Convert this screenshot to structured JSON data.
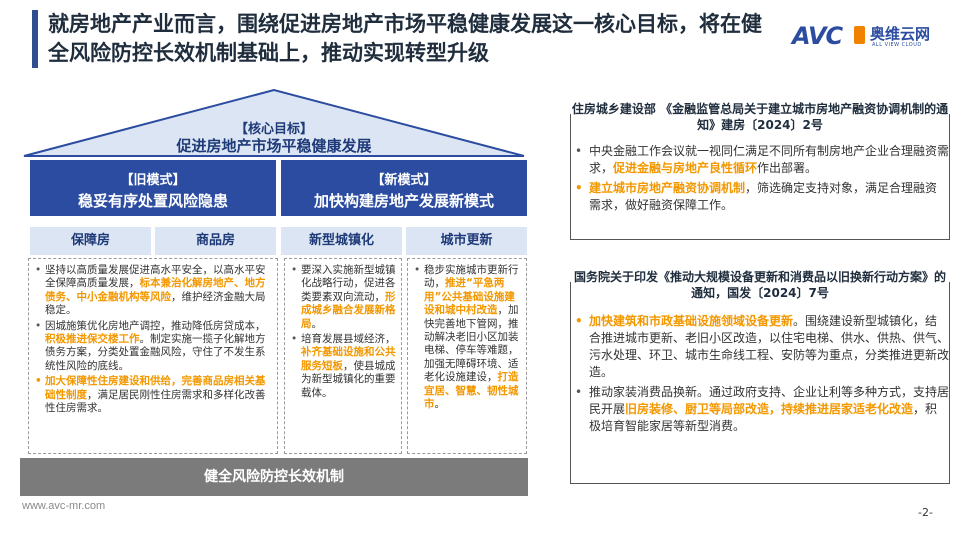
{
  "header": {
    "title": "就房地产产业而言，围绕促进房地产市场平稳健康发展这一核心目标，将在健全风险防控长效机制基础上，推动实现转型升级",
    "logo_mark": "AVC",
    "logo_cn": "奥维云网",
    "logo_en": "ALL VIEW CLOUD",
    "accent_color": "#2e4f8f",
    "brand_color": "#2b4ca0"
  },
  "diagram": {
    "roof_tag": "【核心目标】",
    "roof_title": "促进房地产市场平稳健康发展",
    "old_mode": {
      "tag": "【旧模式】",
      "title": "稳妥有序处置风险隐患"
    },
    "new_mode": {
      "tag": "【新模式】",
      "title": "加快构建房地产发展新模式"
    },
    "tabs": [
      "保障房",
      "商品房",
      "新型城镇化",
      "城市更新"
    ],
    "left_col": {
      "b1_a": "坚持以高质量发展促进高水平安全，以高水平安全保障高质量发展，",
      "b1_b": "标本兼治化解房地产、地方债务、中小金融机构等风险",
      "b1_c": "，维护经济金融大局稳定。",
      "b2_a": "因城施策优化房地产调控，推动降低房贷成本，",
      "b2_b": "积极推进保交楼工作",
      "b2_c": "。制定实施一揽子化解地方债务方案，分类处置金融风险，守住了不发生系统性风险的底线。",
      "b3_a": "加大保障性住房建设和供给，完善商品房相关基础性制度",
      "b3_b": "，满足居民刚性住房需求和多样化改善性住房需求。"
    },
    "mid_col": {
      "b1_a": "要深入实施新型城镇化战略行动，促进各类要素双向流动，",
      "b1_b": "形成城乡融合发展新格局",
      "b1_c": "。",
      "b2_a": "培育发展县域经济，",
      "b2_b": "补齐基础设施和公共服务短板",
      "b2_c": "，使县城成为新型城镇化的重要载体。"
    },
    "right_col": {
      "b1_a": "稳步实施城市更新行动，",
      "b1_b": "推进“平急两用”公共基础设施建设和城中村改造",
      "b1_c": "，加快完善地下管网，推动解决老旧小区加装电梯、停车等难题，加强无障碍环境、适老化设施建设，",
      "b1_d": "打造宜居、智慧、韧性城市",
      "b1_e": "。"
    },
    "base_label": "健全风险防控长效机制"
  },
  "card1": {
    "title": "住房城乡建设部 《金融监管总局关于建立城市房地产融资协调机制的通知》建房〔2024〕2号",
    "b1_a": "中央金融工作会议就一视同仁满足不同所有制房地产企业合理融资需求，",
    "b1_b": "促进金融与房地产良性循环",
    "b1_c": "作出部署。",
    "b2_a": "建立城市房地产融资协调机制",
    "b2_b": "，筛选确定支持对象，满足合理融资需求，做好融资保障工作。"
  },
  "card2": {
    "title": "国务院关于印发《推动大规模设备更新和消费品以旧换新行动方案》的通知，国发〔2024〕7号",
    "b1_a": "加快建筑和市政基础设施领域设备更新",
    "b1_b": "。围绕建设新型城镇化，结合推进城市更新、老旧小区改造，以住宅电梯、供水、供热、供气、污水处理、环卫、城市生命线工程、安防等为重点，分类推进更新改造。",
    "b2_a": "推动家装消费品换新。通过政府支持、企业让利等多种方式，支持居民开展",
    "b2_b": "旧房装修、厨卫等局部改造，持续推进居家适老化改造",
    "b2_c": "，积极培育智能家居等新型消费。"
  },
  "footer": {
    "url": "www.avc-mr.com",
    "page": "-2-"
  },
  "colors": {
    "highlight": "#f39800",
    "pillar": "#2b4ca0",
    "tab_bg": "#dce5f4",
    "base": "#7b7b7b"
  }
}
